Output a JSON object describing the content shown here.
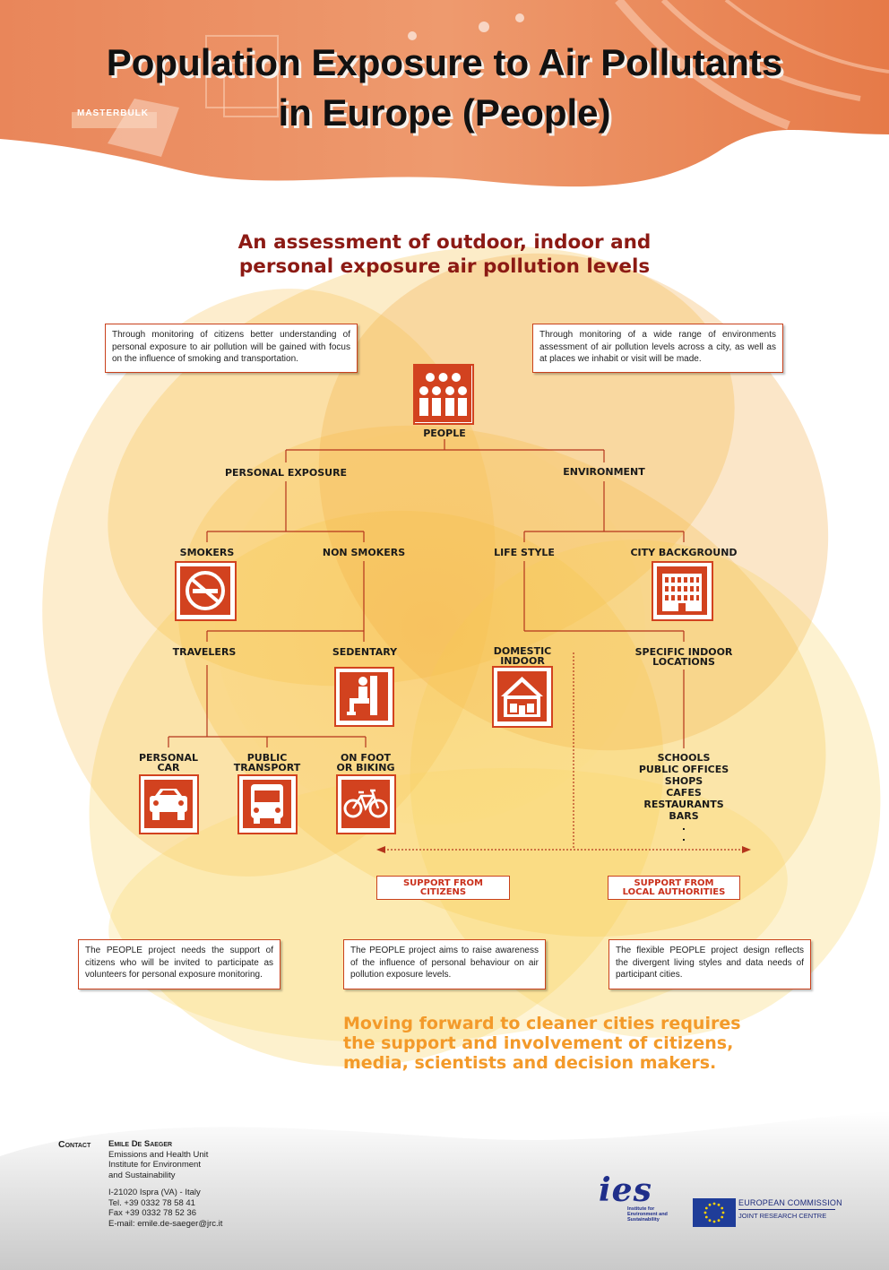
{
  "header": {
    "title_line1": "Population Exposure to Air Pollutants",
    "title_line2": "in Europe (People)",
    "banner_sign": "MASTERBULK"
  },
  "subtitle": {
    "line1": "An assessment of outdoor, indoor and",
    "line2": "personal exposure air pollution levels"
  },
  "notes": {
    "top_left": "Through monitoring of citizens better understanding of personal exposure to air pollution will be gained with focus on the influence of smoking and  transportation.",
    "top_right": "Through monitoring of a wide range of environments assessment of air pollution levels across a city, as well as at places we inhabit or visit will be made.",
    "bottom_left": "The PEOPLE project needs the support of citizens who will be invited to participate as volunteers for personal exposure monitoring.",
    "bottom_center": "The PEOPLE project aims to raise awareness of the influence of personal behaviour on air pollution exposure levels.",
    "bottom_right": "The flexible PEOPLE project design reflects the divergent living styles and data needs of participant cities."
  },
  "tree": {
    "people": "PEOPLE",
    "personal_exposure": "PERSONAL EXPOSURE",
    "environment": "ENVIRONMENT",
    "smokers": "SMOKERS",
    "non_smokers": "NON SMOKERS",
    "life_style": "LIFE STYLE",
    "city_background": "CITY BACKGROUND",
    "travelers": "TRAVELERS",
    "sedentary": "SEDENTARY",
    "domestic_indoor_1": "DOMESTIC",
    "domestic_indoor_2": "INDOOR",
    "specific_indoor_1": "SPECIFIC INDOOR",
    "specific_indoor_2": "LOCATIONS",
    "personal_car_1": "PERSONAL",
    "personal_car_2": "CAR",
    "public_transport_1": "PUBLIC",
    "public_transport_2": "TRANSPORT",
    "on_foot_1": "ON FOOT",
    "on_foot_2": "OR BIKING",
    "locations": [
      "SCHOOLS",
      "PUBLIC OFFICES",
      "SHOPS",
      "CAFES",
      "RESTAURANTS",
      "BARS",
      ".",
      "."
    ]
  },
  "support": {
    "citizens_1": "SUPPORT FROM",
    "citizens_2": "CITIZENS",
    "authorities_1": "SUPPORT FROM",
    "authorities_2": "LOCAL AUTHORITIES"
  },
  "closing": {
    "line1": "Moving forward to cleaner cities requires",
    "line2": "the support and involvement of citizens,",
    "line3": "media, scientists and decision makers."
  },
  "contact": {
    "label": "Contact",
    "name": "Emile De Saeger",
    "unit": "Emissions and Health Unit",
    "institute_1": "Institute for Environment",
    "institute_2": "and Sustainability",
    "address": "I-21020 Ispra (VA) - Italy",
    "tel": "Tel.   +39 0332 78 58 41",
    "fax": "Fax   +39 0332 78 52 36",
    "email": "E-mail: emile.de-saeger@jrc.it"
  },
  "logos": {
    "ies": "ies",
    "ies_caption_1": "Institute for",
    "ies_caption_2": "Environment and",
    "ies_caption_3": "Sustainability",
    "ec_line1": "EUROPEAN COMMISSION",
    "ec_line2": "JOINT RESEARCH CENTRE"
  },
  "colors": {
    "accent": "#d2421f",
    "dark_red": "#8c1a14",
    "orange_text": "#f39a2a",
    "banner": "#e8794a"
  }
}
